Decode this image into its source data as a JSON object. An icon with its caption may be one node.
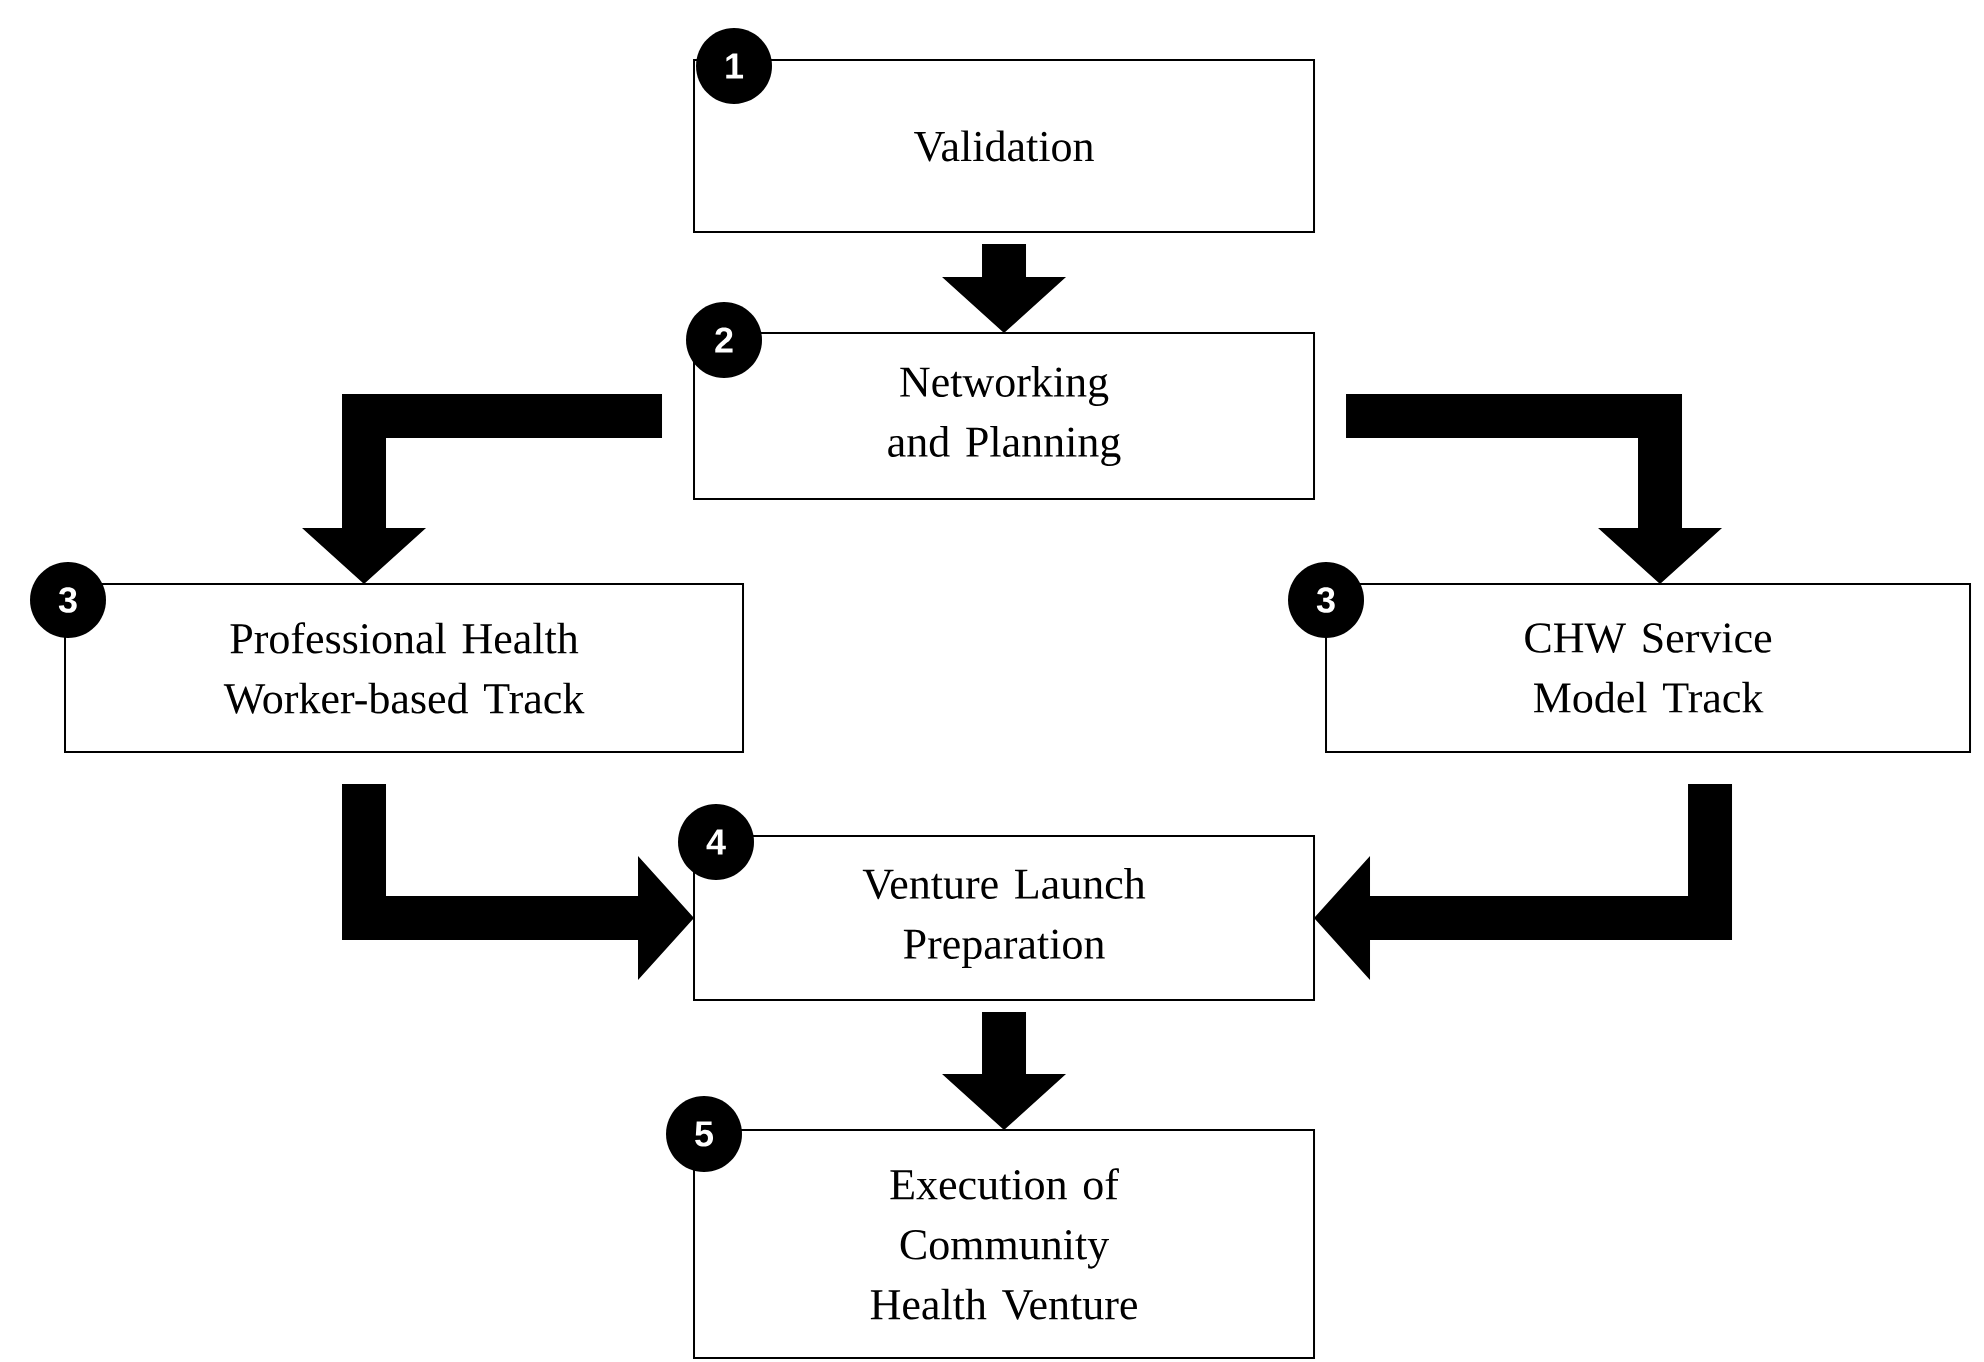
{
  "diagram": {
    "nodes": [
      {
        "text": [
          "1"
        ]
      },
      {
        "text": [
          "Validation"
        ]
      },
      {
        "text": [
          "2"
        ]
      },
      {
        "text": [
          "Networking and Planning"
        ]
      },
      {
        "text": [
          "3"
        ]
      },
      {
        "text": [
          "Professional Health Worker-based Track"
        ]
      },
      {
        "text": [
          "3"
        ]
      },
      {
        "text": [
          "CHW Service Model Track"
        ]
      },
      {
        "text": [
          "4"
        ]
      },
      {
        "text": [
          "Venture Launch Preparation"
        ]
      },
      {
        "text": [
          "5"
        ]
      },
      {
        "text": [
          "Execution of Community Health Venture"
        ]
      }
    ],
    "edges": [
      {
        "from": 1,
        "to": 3,
        "arrow": "to"
      },
      {
        "from": 3,
        "to": 5,
        "arrow": "to"
      },
      {
        "from": 3,
        "to": 7,
        "arrow": "to"
      },
      {
        "from": 5,
        "to": 9,
        "arrow": "to"
      },
      {
        "from": 7,
        "to": 9,
        "arrow": "to"
      },
      {
        "from": 9,
        "to": 11,
        "arrow": "to"
      }
    ]
  }
}
